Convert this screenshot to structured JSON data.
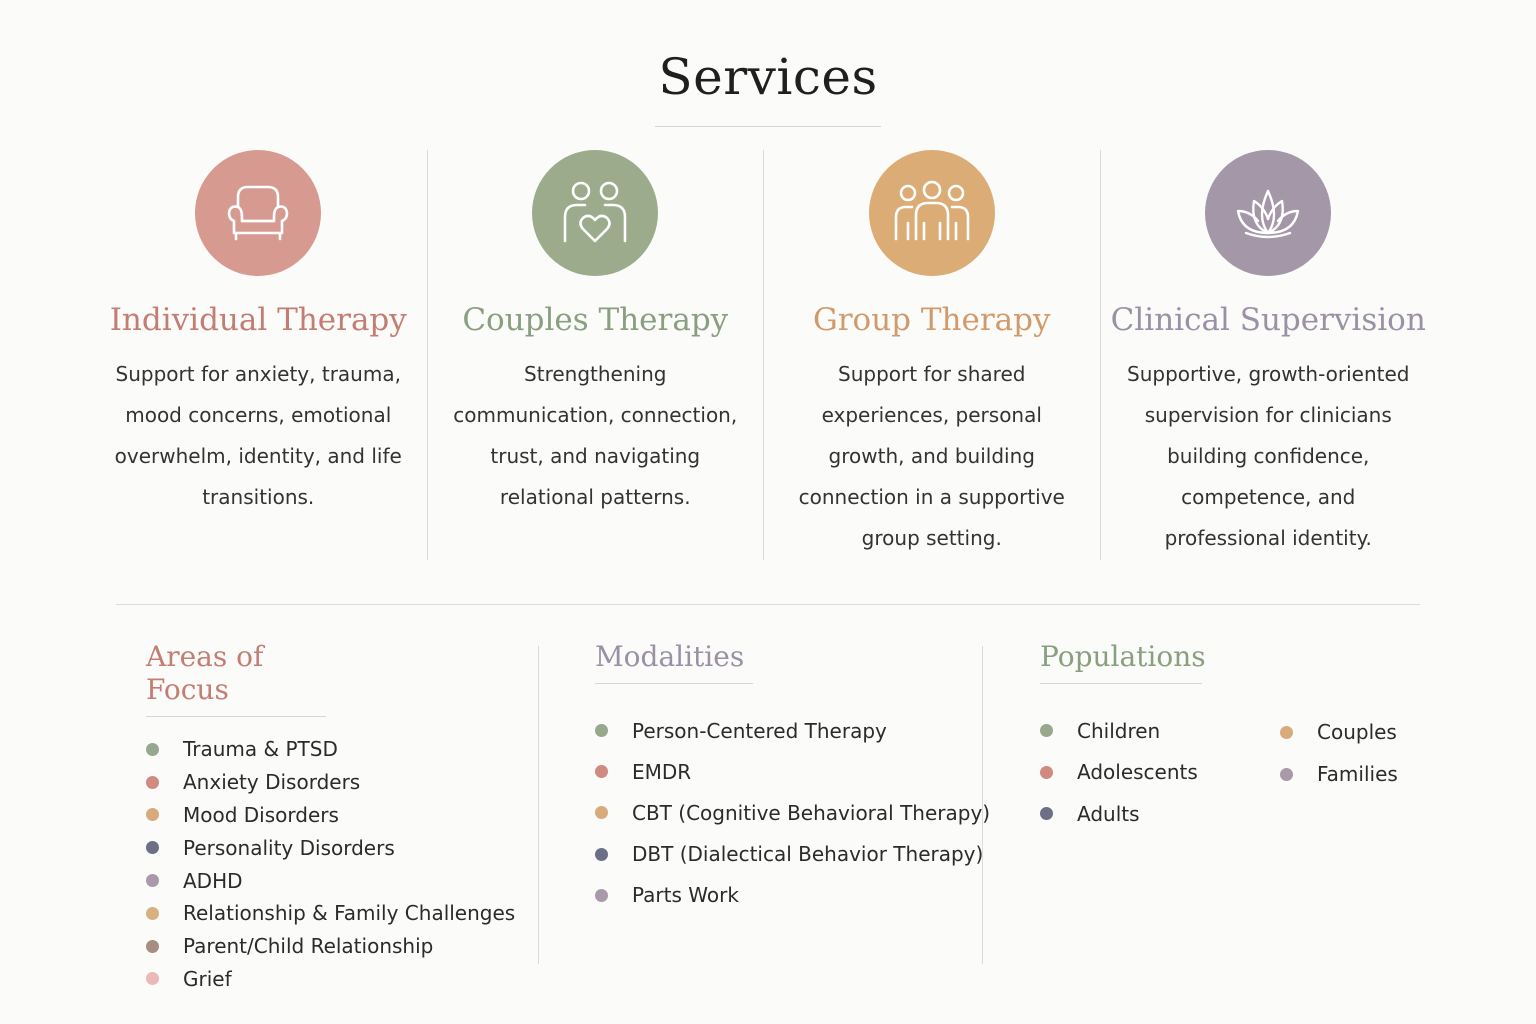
{
  "page": {
    "title": "Services"
  },
  "services": [
    {
      "title": "Individual Therapy",
      "description": "Support for anxiety, trauma, mood concerns, emotional overwhelm, identity, and life transitions.",
      "icon": "armchair-icon",
      "color": "#c47d72",
      "circle": "#d69a90"
    },
    {
      "title": "Couples Therapy",
      "description": "Strengthening communication, connection, trust, and navigating relational patterns.",
      "icon": "couple-heart-icon",
      "color": "#8a9e80",
      "circle": "#9bab8c"
    },
    {
      "title": "Group Therapy",
      "description": "Support for shared experiences, personal growth, and building connection in a supportive group setting.",
      "icon": "group-icon",
      "color": "#d19a6a",
      "circle": "#dcac77"
    },
    {
      "title": "Clinical Supervision",
      "description": "Supportive, growth-oriented supervision for clinicians building confidence, competence, and professional identity.",
      "icon": "lotus-icon",
      "color": "#9b91a4",
      "circle": "#a497a8"
    }
  ],
  "areas_of_focus": {
    "heading": "Areas of Focus",
    "color": "#c47d72",
    "items": [
      {
        "label": "Trauma & PTSD",
        "color": "#98a88d"
      },
      {
        "label": "Anxiety Disorders",
        "color": "#d08a80"
      },
      {
        "label": "Mood Disorders",
        "color": "#d9aa7c"
      },
      {
        "label": "Personality Disorders",
        "color": "#6c6f86"
      },
      {
        "label": "ADHD",
        "color": "#a89aa9"
      },
      {
        "label": "Relationship & Family Challenges",
        "color": "#d9b080"
      },
      {
        "label": "Parent/Child Relationship",
        "color": "#a88e80"
      },
      {
        "label": "Grief",
        "color": "#ebbab6"
      }
    ]
  },
  "modalities": {
    "heading": "Modalities",
    "color": "#9b91a4",
    "items": [
      {
        "label": "Person-Centered Therapy",
        "color": "#98a88d"
      },
      {
        "label": "EMDR",
        "color": "#d08a80"
      },
      {
        "label": "CBT (Cognitive Behavioral Therapy)",
        "color": "#d9aa7c"
      },
      {
        "label": "DBT (Dialectical Behavior Therapy)",
        "color": "#6c6f86"
      },
      {
        "label": "Parts Work",
        "color": "#a89aa9"
      }
    ]
  },
  "populations": {
    "heading": "Populations",
    "color": "#8a9e80",
    "column_a": [
      {
        "label": "Children",
        "color": "#98a88d"
      },
      {
        "label": "Adolescents",
        "color": "#d08a80"
      },
      {
        "label": "Adults",
        "color": "#6c6f86"
      }
    ],
    "column_b": [
      {
        "label": "Couples",
        "color": "#d9aa7c"
      },
      {
        "label": "Families",
        "color": "#a89aa9"
      }
    ]
  }
}
